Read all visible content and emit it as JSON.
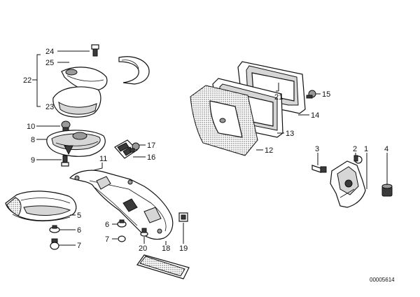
{
  "callouts": {
    "c1": "1",
    "c2": "2",
    "c3": "3",
    "c4": "4",
    "c5": "5",
    "c6": "6",
    "c7": "7",
    "c8": "8",
    "c9": "9",
    "c10": "10",
    "c11": "11",
    "c12": "12",
    "c13": "13",
    "c14": "14",
    "c15": "15",
    "c16": "16",
    "c17": "17",
    "c18": "18",
    "c19": "19",
    "c20": "20",
    "c21": "21",
    "c22": "22",
    "c23": "23",
    "c24": "24",
    "c25": "25"
  },
  "reference_number": "00005614"
}
